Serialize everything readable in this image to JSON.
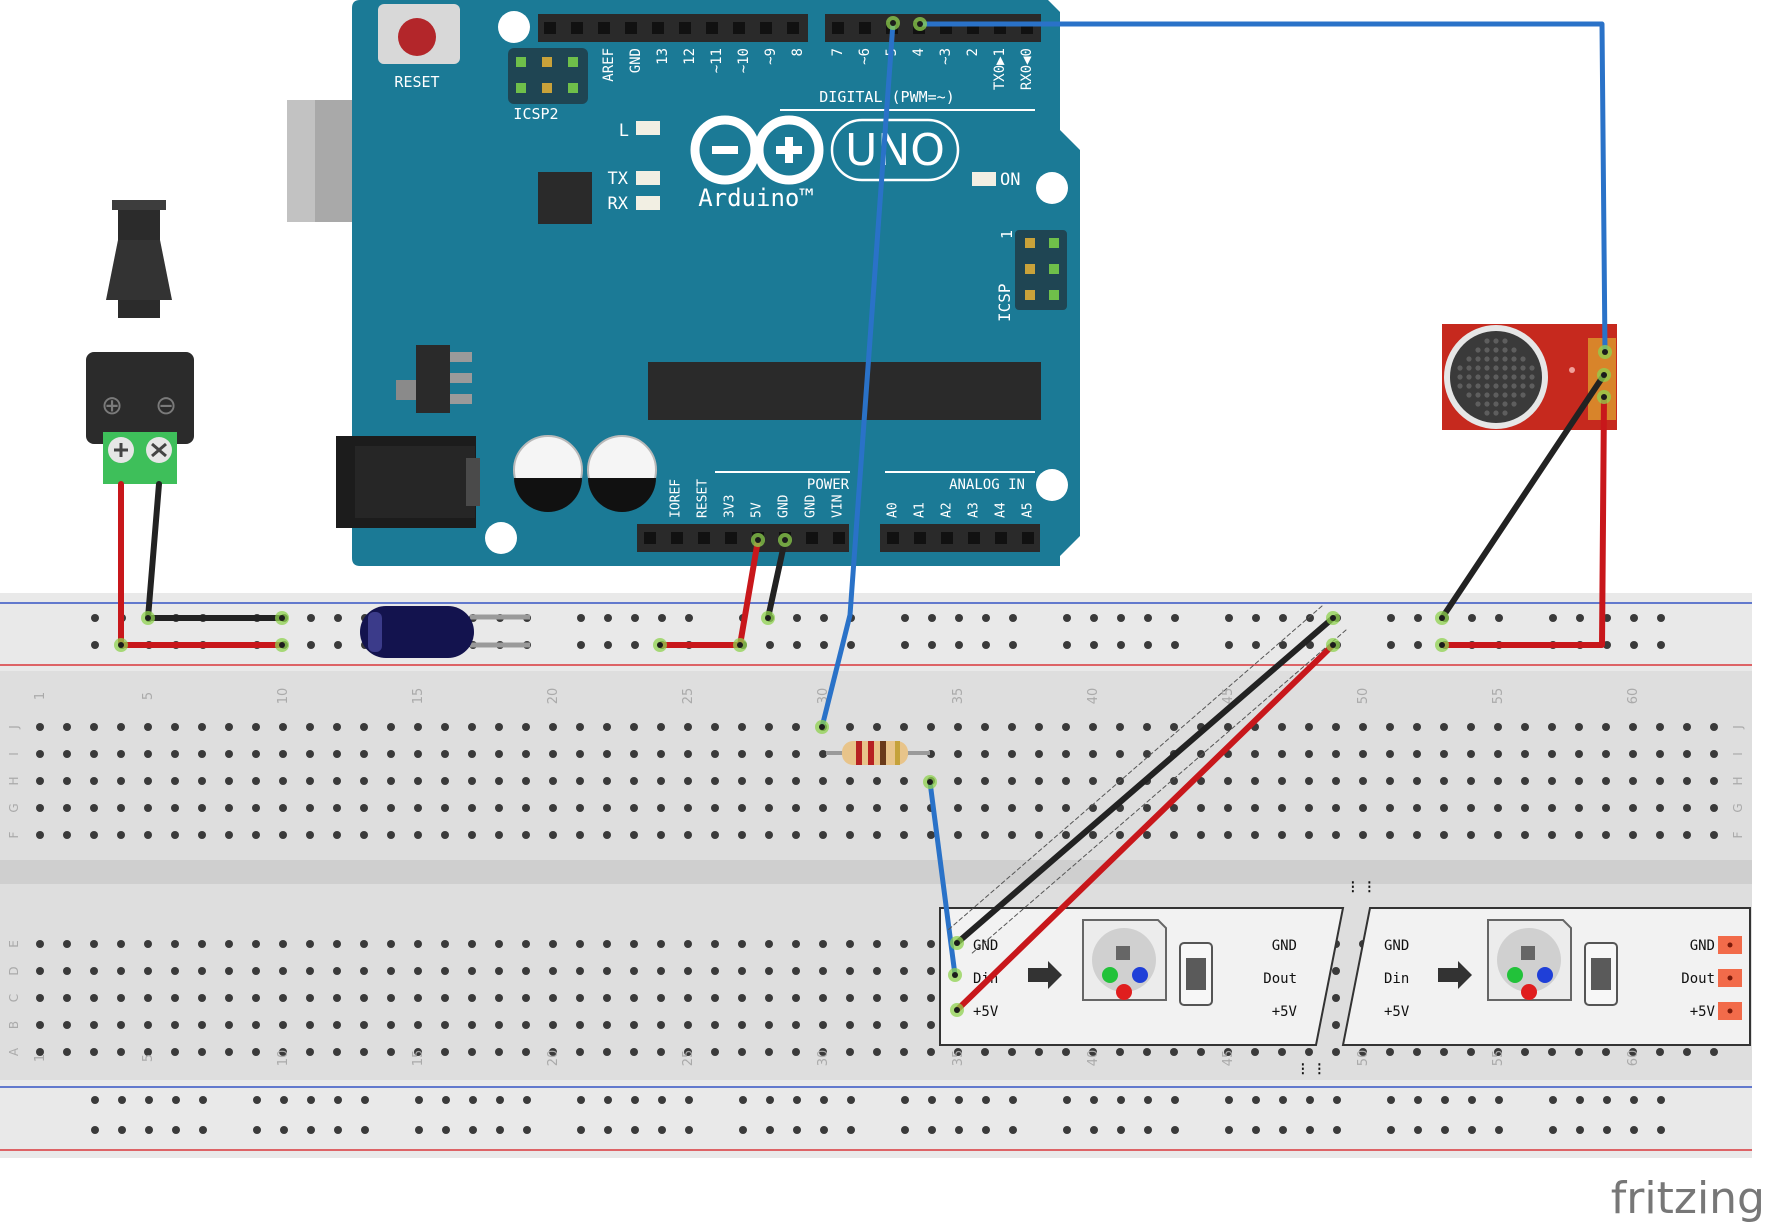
{
  "arduino": {
    "reset_label": "RESET",
    "icsp2_label": "ICSP2",
    "icsp_label": "ICSP",
    "icsp_pin1": "1",
    "digital_label": "DIGITAL (PWM=~)",
    "digital_pins": [
      "AREF",
      "GND",
      "13",
      "12",
      "~11",
      "~10",
      "~9",
      "8",
      "7",
      "~6",
      "~5",
      "4",
      "~3",
      "2",
      "TX0▶1",
      "RX0◀0"
    ],
    "l_label": "L",
    "tx_label": "TX",
    "rx_label": "RX",
    "on_label": "ON",
    "uno_label": "UNO",
    "brand_label": "Arduino™",
    "power_label": "POWER",
    "power_pins": [
      "IOREF",
      "RESET",
      "3V3",
      "5V",
      "GND",
      "GND",
      "VIN"
    ],
    "analog_label": "ANALOG IN",
    "analog_pins": [
      "A0",
      "A1",
      "A2",
      "A3",
      "A4",
      "A5"
    ],
    "board_color": "#1b7a96"
  },
  "breadboard": {
    "row_labels_top": [
      "J",
      "I",
      "H",
      "G",
      "F"
    ],
    "row_labels_bottom": [
      "E",
      "D",
      "C",
      "B",
      "A"
    ],
    "column_numbers": [
      "1",
      "5",
      "10",
      "15",
      "20",
      "25",
      "30",
      "35",
      "40",
      "45",
      "50",
      "55",
      "60"
    ]
  },
  "led_strip": {
    "segment_1": {
      "left_labels": [
        "GND",
        "Din",
        "+5V"
      ],
      "right_labels": [
        "GND",
        "Dout",
        "+5V"
      ]
    },
    "segment_2": {
      "left_labels": [
        "GND",
        "Din",
        "+5V"
      ],
      "right_labels": [
        "GND",
        "Dout",
        "+5V"
      ]
    }
  },
  "power_jack": {
    "plus": "⊕",
    "minus": "⊖"
  },
  "watermark": "fritzing",
  "colors": {
    "wire_red": "#c8171b",
    "wire_black": "#222222",
    "wire_blue": "#2a72c8",
    "rail_red": "#d9373b",
    "rail_blue": "#3554c4",
    "mic_board": "#c6291e",
    "terminal_green": "#3ebf5a"
  }
}
